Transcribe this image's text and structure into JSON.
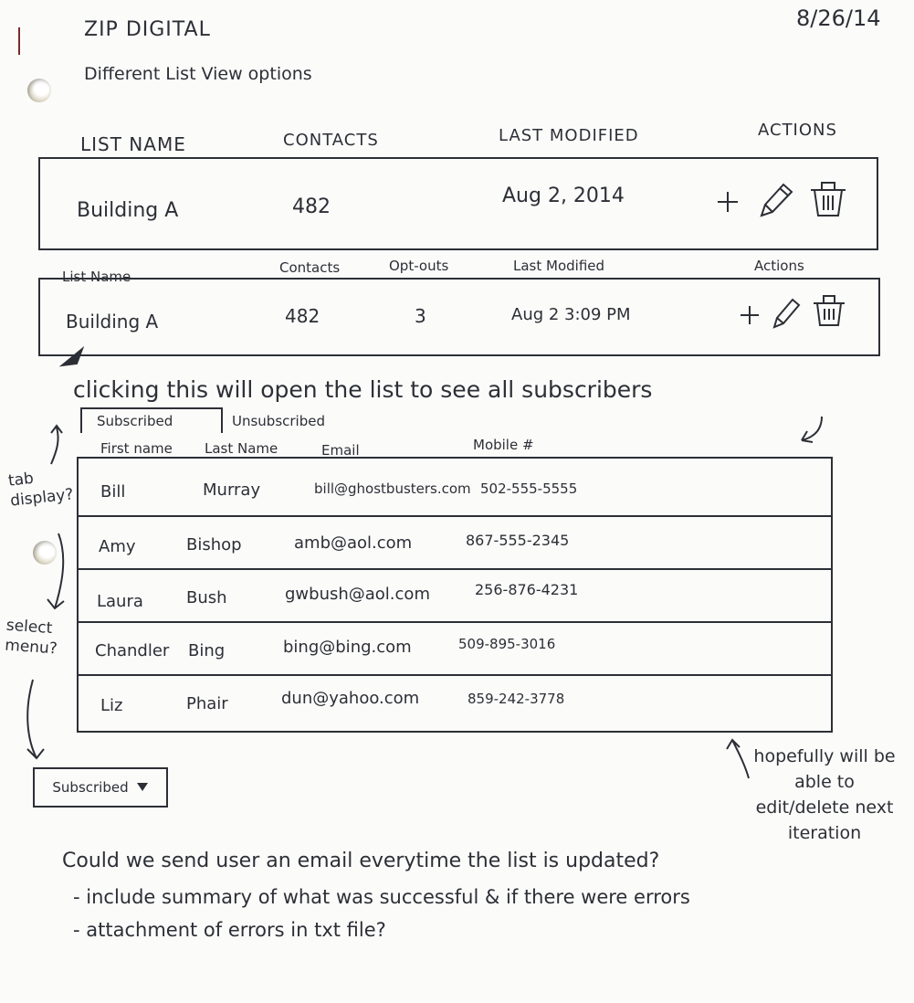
{
  "header": {
    "brand": "ZIP DIGITAL",
    "date": "8/26/14",
    "subtitle": "Different List View options"
  },
  "option1": {
    "columns": [
      "LIST NAME",
      "CONTACTS",
      "LAST MODIFIED",
      "ACTIONS"
    ],
    "row": {
      "list_name": "Building A",
      "contacts": "482",
      "last_modified": "Aug 2, 2014"
    }
  },
  "option2": {
    "columns": [
      "List Name",
      "Contacts",
      "Opt-outs",
      "Last Modified",
      "Actions"
    ],
    "row": {
      "list_name": "Building A",
      "contacts": "482",
      "opt_outs": "3",
      "last_modified": "Aug 2  3:09 PM"
    }
  },
  "annotations": {
    "click_note": "clicking this will open the list to see all subscribers",
    "tab_display": "tab display?",
    "select_menu": "select menu?",
    "hopefully": "hopefully will be able to edit/delete next iteration"
  },
  "subscribers": {
    "tabs": [
      "Subscribed",
      "Unsubscribed"
    ],
    "columns": [
      "First name",
      "Last Name",
      "Email",
      "Mobile #"
    ],
    "rows": [
      {
        "first": "Bill",
        "last": "Murray",
        "email": "bill@ghostbusters.com",
        "mobile": "502-555-5555"
      },
      {
        "first": "Amy",
        "last": "Bishop",
        "email": "amb@aol.com",
        "mobile": "867-555-2345"
      },
      {
        "first": "Laura",
        "last": "Bush",
        "email": "gwbush@aol.com",
        "mobile": "256-876-4231"
      },
      {
        "first": "Chandler",
        "last": "Bing",
        "email": "bing@bing.com",
        "mobile": "509-895-3016"
      },
      {
        "first": "Liz",
        "last": "Phair",
        "email": "dun@yahoo.com",
        "mobile": "859-242-3778"
      }
    ],
    "select_value": "Subscribed"
  },
  "footer_notes": {
    "question": "Could we send user an email everytime the list is updated?",
    "bullet1": "- include summary of what was successful & if there were errors",
    "bullet2": "- attachment of errors in txt file?"
  },
  "colors": {
    "ink": "#2d2f36",
    "paper": "#fbfbfa",
    "margin": "#7a2a2a"
  }
}
